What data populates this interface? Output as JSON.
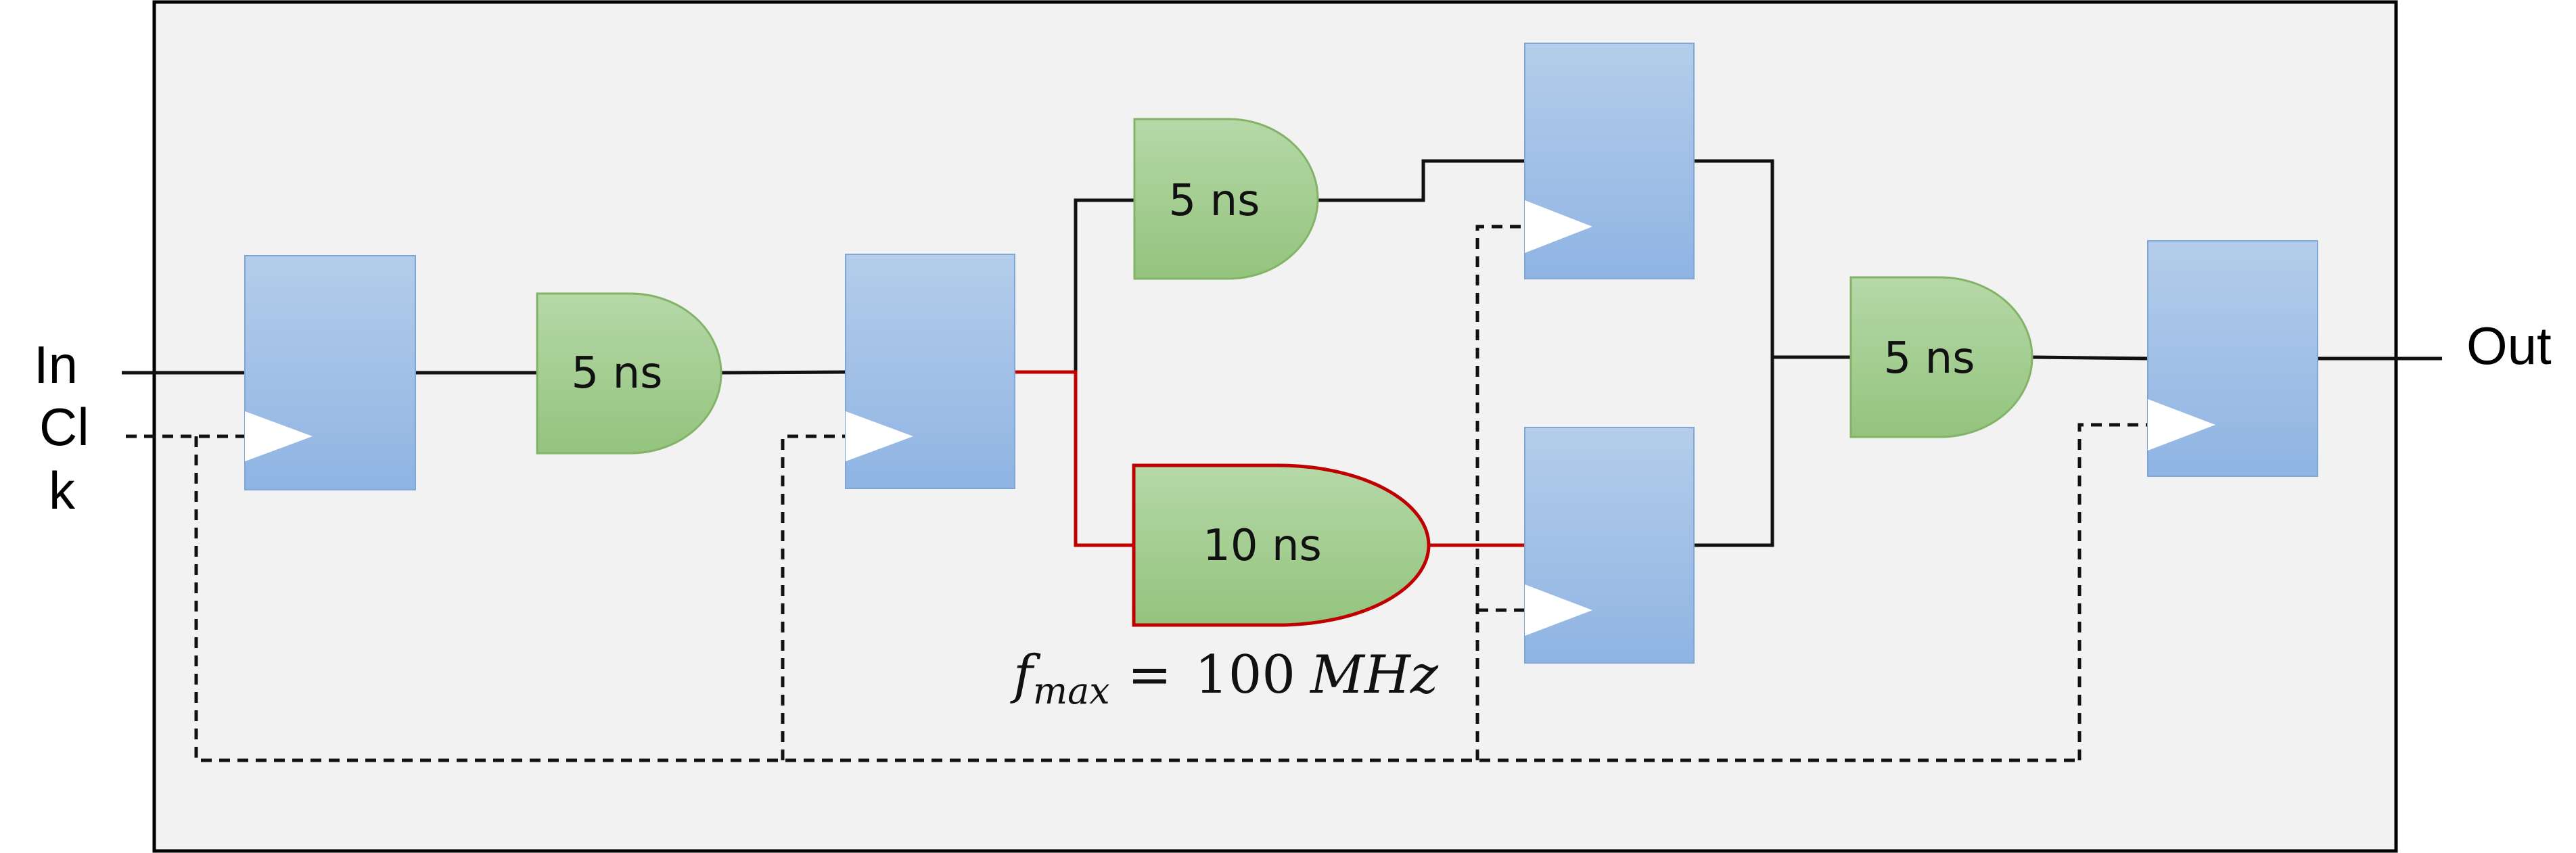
{
  "labels": {
    "input": "In",
    "clock_line1": "Cl",
    "clock_line2": "k",
    "output": "Out"
  },
  "gates": {
    "g1_delay": "5 ns",
    "g2_delay": "5 ns",
    "g3_delay": "10 ns",
    "g4_delay": "5 ns"
  },
  "formula": {
    "variable": "f",
    "subscript": "max",
    "equals": "=",
    "value": "100",
    "unit": "MHz"
  },
  "colors": {
    "background": "#f2f2f2",
    "wire": "#111111",
    "critical_path": "#c00000",
    "register_top": "#b4cdea",
    "register_bottom": "#8fb4e3",
    "gate_top": "#b6d8a8",
    "gate_bottom": "#93c47d",
    "gate_border": "#82b366",
    "clock_marker": "#ffffff"
  }
}
